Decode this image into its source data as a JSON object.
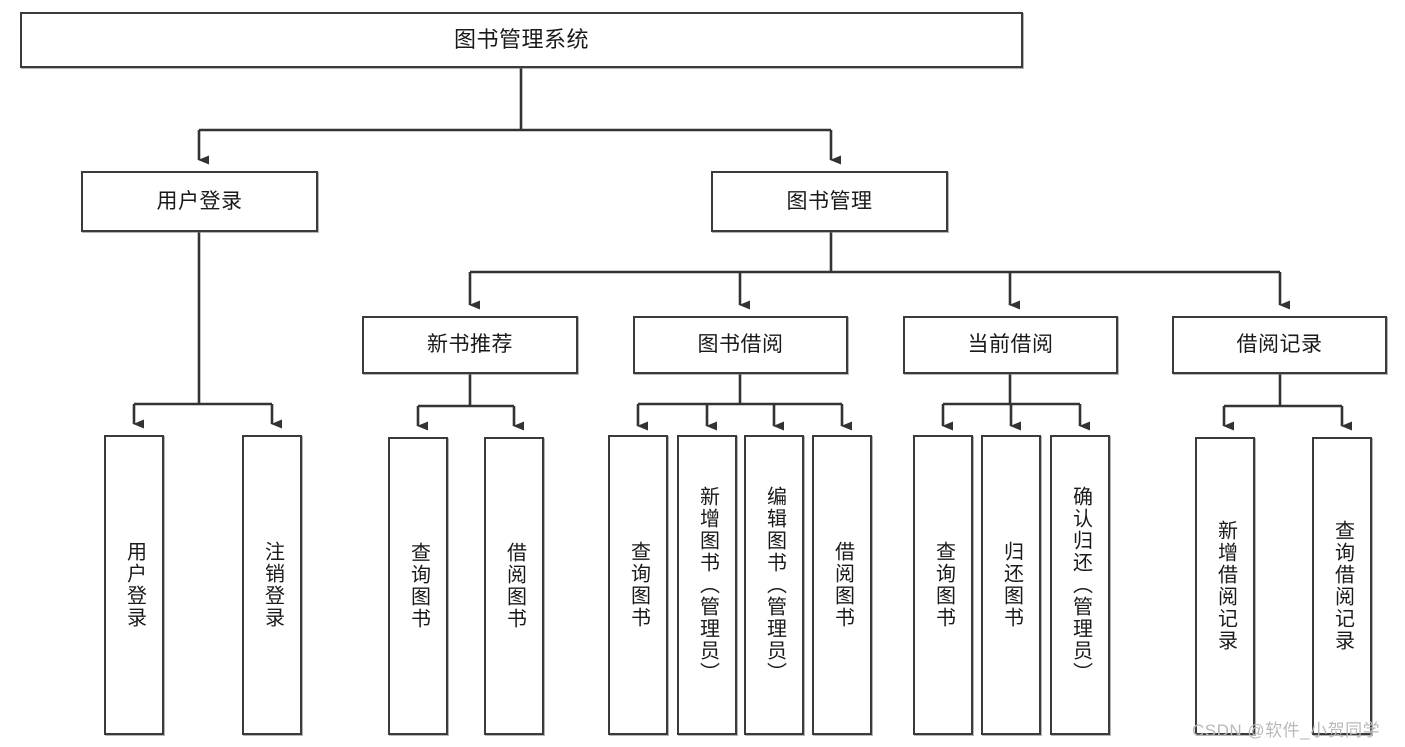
{
  "diagram": {
    "type": "tree",
    "title": "图书管理系统",
    "orientation": "top-down",
    "colors": {
      "box_border": "#3b3b3b",
      "box_fill": "#ffffff",
      "connector": "#333333",
      "text": "#1a1a1a",
      "watermark": "#b9b9b9",
      "background": "#ffffff"
    },
    "nodes": {
      "root": {
        "label": "图书管理系统"
      },
      "level1": [
        {
          "label": "用户登录"
        },
        {
          "label": "图书管理"
        }
      ],
      "level2": [
        {
          "label": "新书推荐"
        },
        {
          "label": "图书借阅"
        },
        {
          "label": "当前借阅"
        },
        {
          "label": "借阅记录"
        }
      ],
      "leaves_user_login": [
        {
          "label": "用户登录"
        },
        {
          "label": "注销登录"
        }
      ],
      "leaves_new_book": [
        {
          "label": "查询图书"
        },
        {
          "label": "借阅图书"
        }
      ],
      "leaves_borrow": [
        {
          "label": "查询图书"
        },
        {
          "label": "新增图书（管理员）"
        },
        {
          "label": "编辑图书（管理员）"
        },
        {
          "label": "借阅图书"
        }
      ],
      "leaves_current": [
        {
          "label": "查询图书"
        },
        {
          "label": "归还图书"
        },
        {
          "label": "确认归还（管理员）"
        }
      ],
      "leaves_records": [
        {
          "label": "新增借阅记录"
        },
        {
          "label": "查询借阅记录"
        }
      ]
    }
  },
  "watermark": {
    "text": "CSDN @软件_小贺同学"
  }
}
